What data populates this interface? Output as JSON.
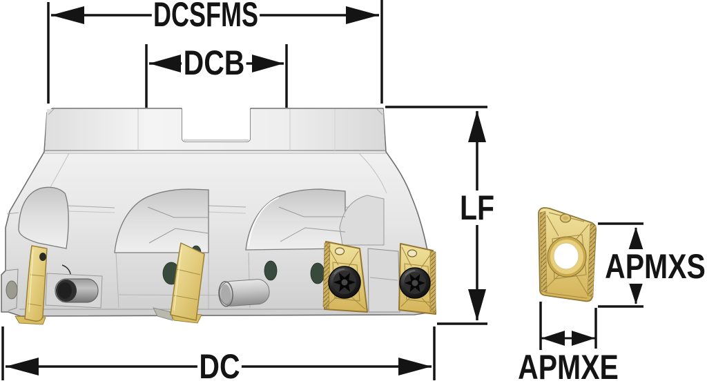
{
  "diagram": {
    "type": "technical-drawing",
    "dimensions": {
      "dcsfms": {
        "label": "DCSFMS"
      },
      "dcb": {
        "label": "DCB"
      },
      "lf": {
        "label": "LF"
      },
      "dc": {
        "label": "DC"
      },
      "apmxs": {
        "label": "APMXS"
      },
      "apmxe": {
        "label": "APMXE"
      }
    },
    "colors": {
      "background": "#ffffff",
      "dimension_line": "#141414",
      "label_text": "#141414",
      "body_gray": "#e8e8e8",
      "body_outline": "#6e6e6e",
      "insert_gold": "#ddc26c",
      "insert_outline": "#93762f",
      "screw_black": "#1a1a1a",
      "hole_dark_green": "#374a3b"
    }
  }
}
